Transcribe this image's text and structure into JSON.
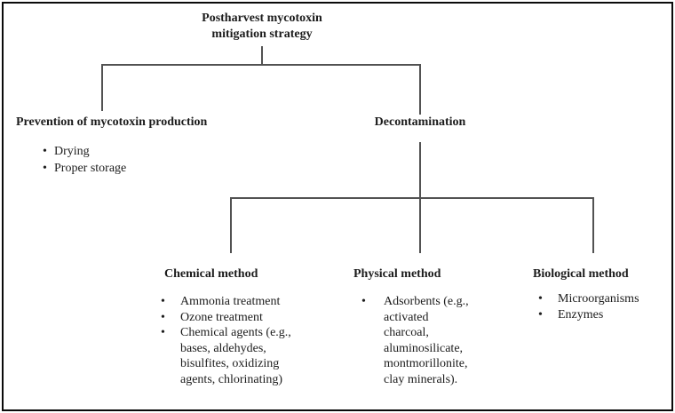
{
  "figure": {
    "root_label": "Postharvest mycotoxin\nmitigation strategy",
    "branches": {
      "prevention": {
        "label": "Prevention of mycotoxin production",
        "items": [
          "Drying",
          "Proper storage"
        ]
      },
      "decontamination": {
        "label": "Decontamination",
        "methods": {
          "chemical": {
            "label": "Chemical method",
            "items": [
              "Ammonia treatment",
              "Ozone treatment",
              "Chemical agents (e.g.,\nbases, aldehydes,\nbisulfites, oxidizing\nagents, chlorinating)"
            ]
          },
          "physical": {
            "label": "Physical method",
            "items": [
              "Adsorbents (e.g.,\nactivated\ncharcoal,\naluminosilicate,\nmontmorillonite,\nclay minerals)."
            ]
          },
          "biological": {
            "label": "Biological method",
            "items": [
              "Microorganisms",
              "Enzymes"
            ]
          }
        }
      }
    },
    "bullet_glyph": "•",
    "colors": {
      "background": "#ffffff",
      "border": "#0a0a0a",
      "connector_line": "#525252",
      "text": "#1c1c1c"
    }
  }
}
